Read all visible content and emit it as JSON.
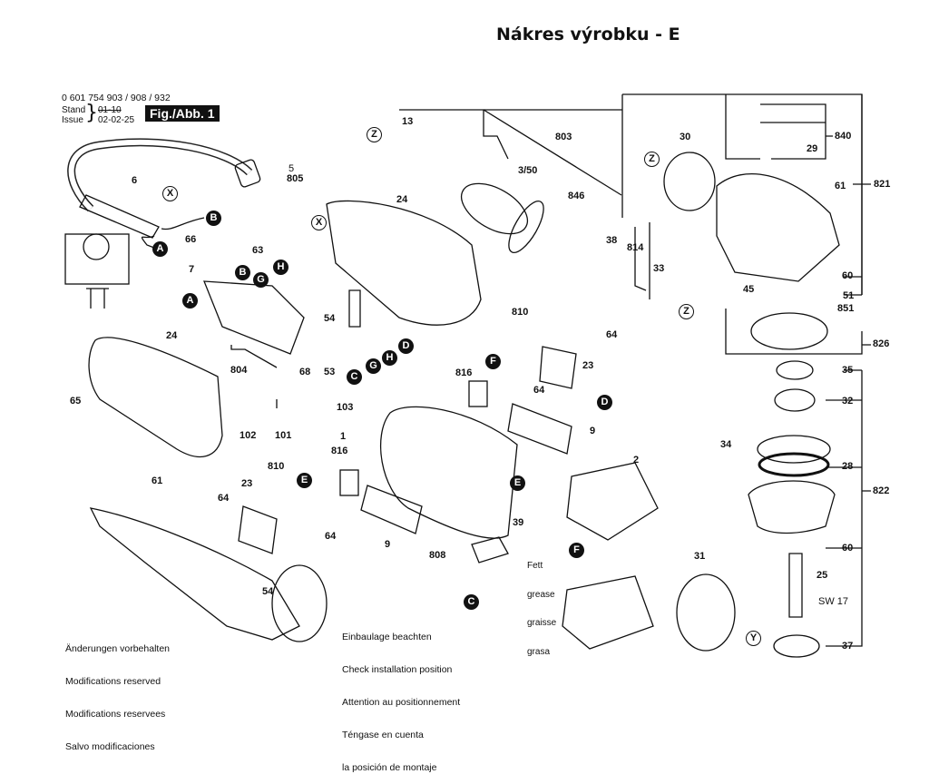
{
  "header": {
    "title": "Nákres výrobku - E",
    "doc_number": "0 601 754 903 / 908 / 932",
    "stand_label": "Stand",
    "issue_label": "Issue",
    "stand_value": "01-10",
    "issue_value": "02-02-25",
    "figure_label": "Fig./Abb. 1"
  },
  "notes": {
    "modifications": [
      "Änderungen vorbehalten",
      "Modifications reserved",
      "Modifications reservees",
      "Salvo modificaciones"
    ],
    "installation": [
      "Einbaulage beachten",
      "Check installation position",
      "Attention au positionnement",
      "Téngase en cuenta",
      "la posición de montaje"
    ],
    "grease": [
      "Fett",
      "grease",
      "graisse",
      "grasa"
    ]
  },
  "connectors": [
    "A",
    "B",
    "C",
    "D",
    "E",
    "F",
    "G",
    "H",
    "X",
    "Y",
    "Z"
  ],
  "parts": {
    "p1": "1",
    "p2": "2",
    "p5": "5",
    "p6": "6",
    "p7": "7",
    "p9a": "9",
    "p9b": "9",
    "p13": "13",
    "p23a": "23",
    "p23b": "23",
    "p24a": "24",
    "p24b": "24",
    "p25": "25",
    "p28": "28",
    "p29": "29",
    "p30": "30",
    "p31": "31",
    "p32": "32",
    "p33": "33",
    "p34": "34",
    "p35": "35",
    "p37": "37",
    "p38": "38",
    "p39": "39",
    "p45": "45",
    "p350": "3/50",
    "p51": "51",
    "p53": "53",
    "p54a": "54",
    "p54b": "54",
    "p60a": "60",
    "p60b": "60",
    "p61a": "61",
    "p61b": "61",
    "p63": "63",
    "p64a": "64",
    "p64b": "64",
    "p64c": "64",
    "p64d": "64",
    "p65": "65",
    "p66": "66",
    "p68": "68",
    "p101": "101",
    "p102": "102",
    "p103": "103",
    "p803": "803",
    "p804": "804",
    "p805": "805",
    "p808": "808",
    "p810a": "810",
    "p810b": "810",
    "p814": "814",
    "p816a": "816",
    "p816b": "816",
    "p821": "821",
    "p822": "822",
    "p826": "826",
    "p840": "840",
    "p846": "846",
    "p851": "851",
    "sw17": "SW 17"
  }
}
